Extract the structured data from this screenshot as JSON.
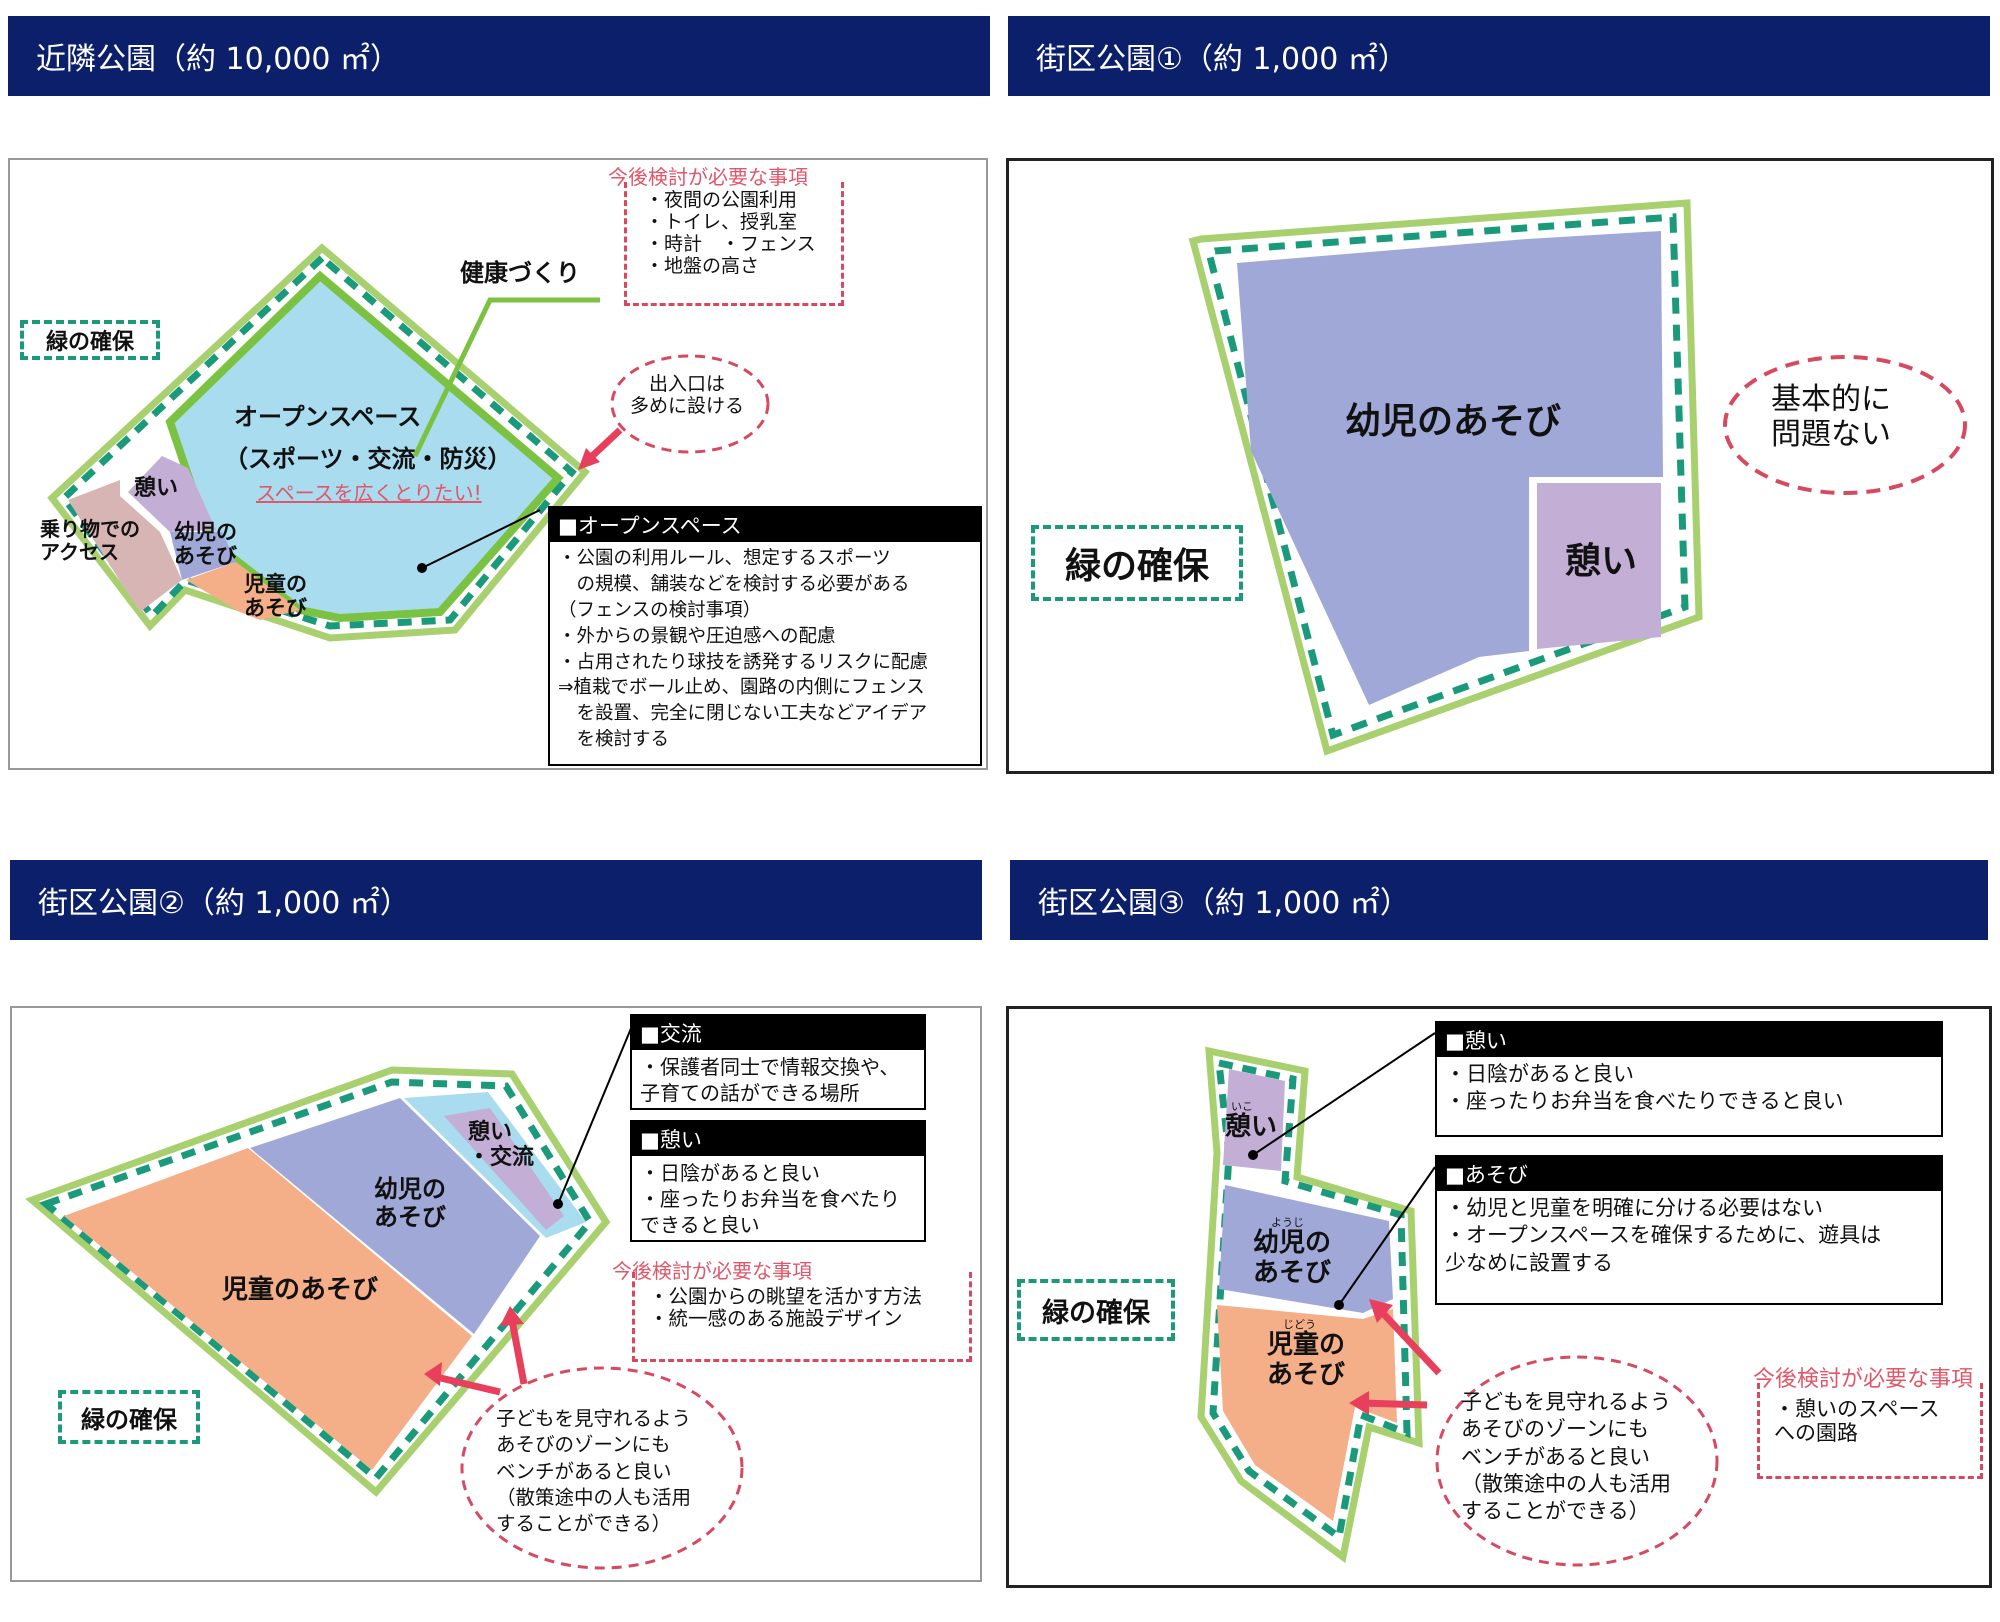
{
  "colors": {
    "header_bg": "#0c1f6b",
    "open_space": "#a9dcef",
    "infant_play": "#a0a8d8",
    "rest": "#c3aed6",
    "child_play": "#f4ae88",
    "vehicle_access": "#d8b5b5",
    "green_border": "#a8d06e",
    "green_dash": "#1a9a7a",
    "red_dash": "#d7495f",
    "arrow": "#e8405c"
  },
  "panels": {
    "p1": {
      "title": "近隣公園（約 10,000 ㎡）",
      "health": "健康づくり",
      "green": "緑の確保",
      "open_space_title": "オープンスペース",
      "open_space_sub": "（スポーツ・交流・防災）",
      "open_space_note": "スペースを広くとりたい!",
      "rest": "憩い",
      "vehicle": "乗り物での\nアクセス",
      "infant": "幼児の\nあそび",
      "child": "児童の\nあそび",
      "entrance": "出入口は\n多めに設ける",
      "review_title": "今後検討が必要な事項",
      "review_items": "・夜間の公園利用\n・トイレ、授乳室\n・時計　・フェンス\n・地盤の高さ",
      "info_title": "■オープンスペース",
      "info_body": "・公園の利用ルール、想定するスポーツ\n　の規模、舗装などを検討する必要がある\n（フェンスの検討事項）\n・外からの景観や圧迫感への配慮\n・占用されたり球技を誘発するリスクに配慮\n⇒植栽でボール止め、園路の内側にフェンス\n　を設置、完全に閉じない工夫などアイデア\n　を検討する"
    },
    "p2": {
      "title": "街区公園①（約 1,000 ㎡）",
      "infant": "幼児のあそび",
      "rest": "憩い",
      "green": "緑の確保",
      "note": "基本的に\n問題ない"
    },
    "p3": {
      "title": "街区公園②（約 1,000 ㎡）",
      "child": "児童のあそび",
      "infant": "幼児の\nあそび",
      "rest_exchange": "憩い\n・交流",
      "green": "緑の確保",
      "info1_title": "■交流",
      "info1_body": "・保護者同士で情報交換や、\n子育ての話ができる場所",
      "info2_title": "■憩い",
      "info2_body": "・日陰があると良い\n・座ったりお弁当を食べたり\nできると良い",
      "review_title": "今後検討が必要な事項",
      "review_items": "・公園からの眺望を活かす方法\n・統一感のある施設デザイン",
      "bench": "子どもを見守れるよう\nあそびのゾーンにも\nベンチがあると良い\n（散策途中の人も活用\nすることができる）"
    },
    "p4": {
      "title": "街区公園③（約 1,000 ㎡）",
      "rest": "憩い",
      "rest_ruby": "いこ",
      "infant": "幼児の\nあそび",
      "infant_ruby": "ようじ",
      "child": "児童の\nあそび",
      "child_ruby": "じどう",
      "green": "緑の確保",
      "info1_title": "■憩い",
      "info1_body": "・日陰があると良い\n・座ったりお弁当を食べたりできると良い",
      "info2_title": "■あそび",
      "info2_body": "・幼児と児童を明確に分ける必要はない\n・オープンスペースを確保するために、遊具は\n少なめに設置する",
      "bench": "子どもを見守れるよう\nあそびのゾーンにも\nベンチがあると良い\n（散策途中の人も活用\nすることができる）",
      "review_title": "今後検討が必要な事項",
      "review_items": "・憩いのスペース\nへの園路"
    }
  }
}
